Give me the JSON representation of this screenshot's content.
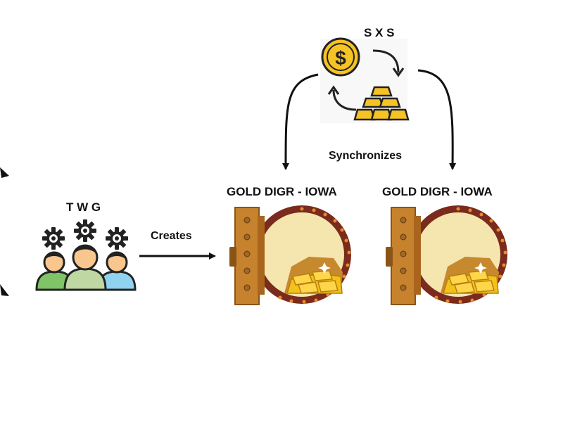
{
  "diagram": {
    "team": {
      "name": "T W G"
    },
    "exchange": {
      "name": "S X S",
      "icon": "dollar-gold-exchange-icon"
    },
    "vaults": [
      {
        "name": "GOLD DIGR - IOWA",
        "icon": "gold-vault-icon"
      },
      {
        "name": "GOLD DIGR - IOWA",
        "icon": "gold-vault-icon"
      }
    ],
    "edges": {
      "creates": "Creates",
      "synchronizes": "Synchronizes"
    }
  },
  "colors": {
    "vault_frame": "#7a2b1c",
    "vault_door": "#c6822d",
    "gold": "#f3c21a",
    "coin": "#f6c325",
    "gear": "#222222",
    "arrow": "#111111"
  }
}
